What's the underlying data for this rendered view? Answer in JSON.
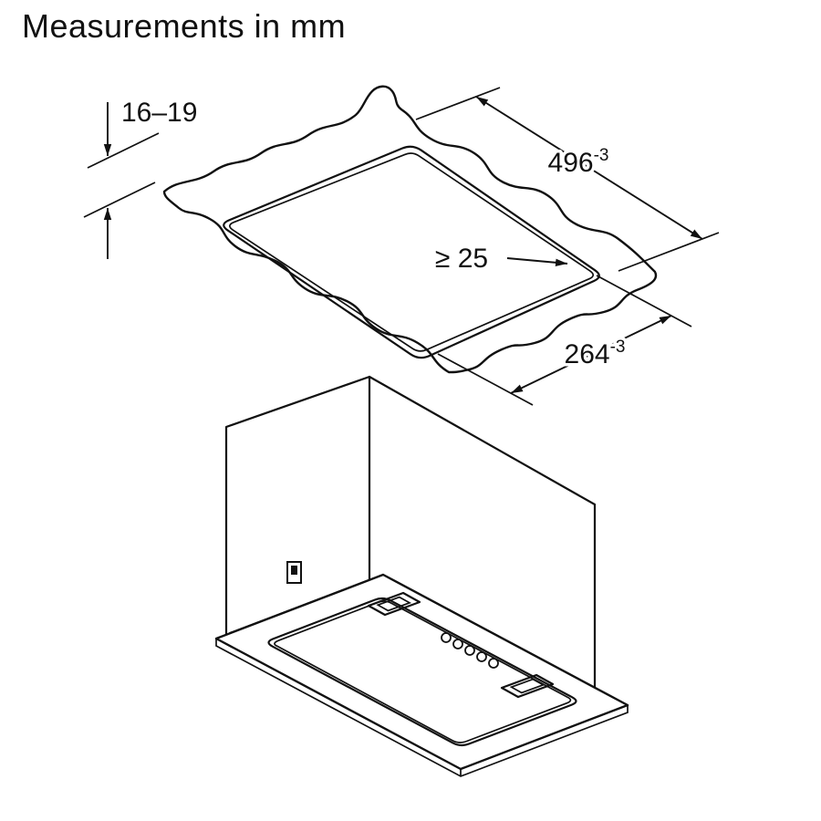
{
  "title": "Measurements in mm",
  "top_diagram": {
    "thickness_label": "16–19",
    "width_value": "496",
    "width_tolerance": "-3",
    "clearance_label": "≥ 25",
    "depth_value": "264",
    "depth_tolerance": "-3"
  }
}
